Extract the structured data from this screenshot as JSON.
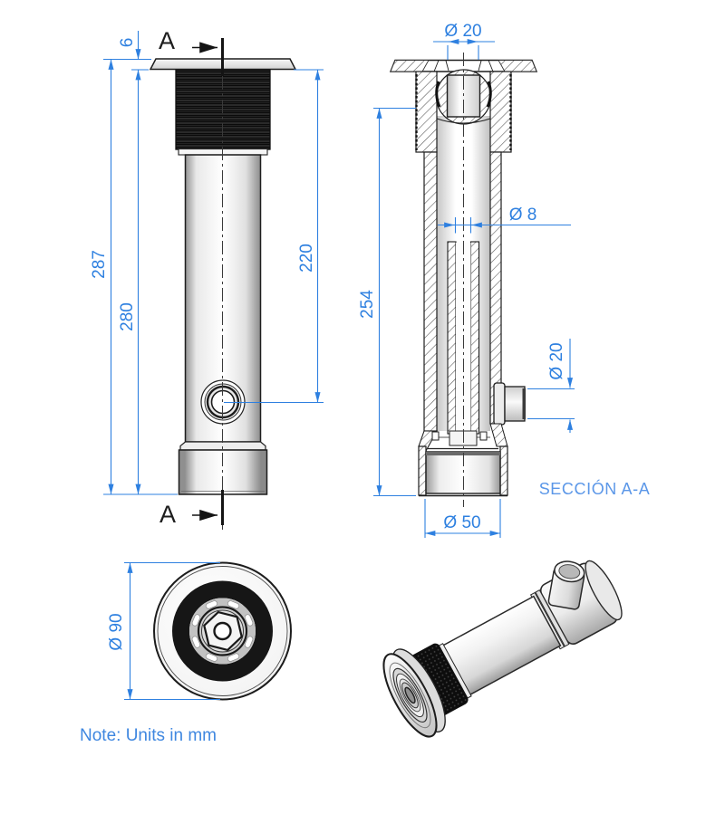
{
  "drawing": {
    "front_view": {
      "section_label": "A",
      "dim_height_total": "287",
      "dim_height_body": "280",
      "dim_height_to_port": "220",
      "dim_flange_thickness": "6"
    },
    "section_view": {
      "title": "SECCIÓN A-A",
      "dim_top_diameter": "Ø 20",
      "dim_length": "254",
      "dim_inner_diameter": "Ø 8",
      "dim_outlet_diameter": "Ø 20",
      "dim_base_diameter": "Ø 50"
    },
    "top_view": {
      "dim_outer_diameter": "Ø 90"
    },
    "note": "Note: Units in mm",
    "colors": {
      "dimension_blue": "#2e80e0",
      "section_title_blue": "#5b97e8",
      "note_blue": "#3f87e0",
      "line_black": "#1d1d1d"
    }
  }
}
